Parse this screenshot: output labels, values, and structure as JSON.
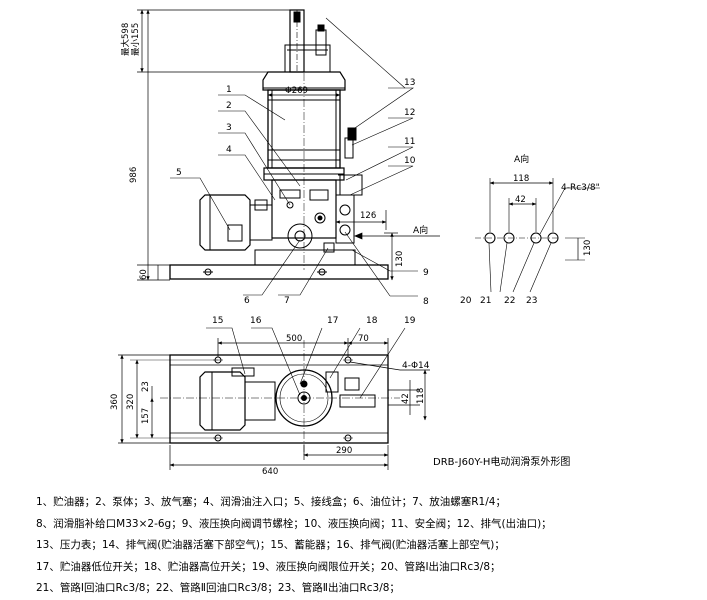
{
  "title": "DRB-J60Y-H电动润滑泵外形图",
  "side_view": {
    "height_max": "最大598",
    "height_min": "最小155",
    "height_total": "986",
    "base_height": "60",
    "diameter": "Φ269",
    "width_126": "126",
    "height_130": "130",
    "arrow_label": "A向",
    "callouts": [
      "1",
      "2",
      "3",
      "4",
      "5",
      "6",
      "7",
      "8",
      "9",
      "10",
      "11",
      "12",
      "13"
    ]
  },
  "a_view": {
    "title": "A向",
    "width_118": "118",
    "width_42": "42",
    "height_130": "130",
    "thread_label": "4-Rc3/8\"",
    "callouts": [
      "20",
      "21",
      "22",
      "23"
    ]
  },
  "top_view": {
    "dim_500": "500",
    "dim_70": "70",
    "dim_360": "360",
    "dim_320": "320",
    "dim_157": "157",
    "dim_23": "23",
    "dim_42": "42",
    "dim_118": "118",
    "dim_290": "290",
    "dim_640": "640",
    "hole_label": "4-Φ14",
    "callouts": [
      "15",
      "16",
      "17",
      "18",
      "19"
    ]
  },
  "legend": [
    "1、贮油器；2、泵体；3、放气塞；4、润滑油注入口；5、接线盒；6、油位计；7、放油螺塞R1/4；",
    "8、润滑脂补给口M33×2-6g；9、液压换向阀调节螺栓；10、液压换向阀；11、安全阀；12、排气(出油口)；",
    "13、压力表；14、排气阀(贮油器活塞下部空气)；15、蓄能器；16、排气阀(贮油器活塞上部空气)；",
    "17、贮油器低位开关；18、贮油器高位开关；19、液压换向阀限位开关；20、管路Ⅰ出油口Rc3/8；",
    "21、管路Ⅰ回油口Rc3/8；22、管路Ⅱ回油口Rc3/8；23、管路Ⅱ出油口Rc3/8；"
  ]
}
